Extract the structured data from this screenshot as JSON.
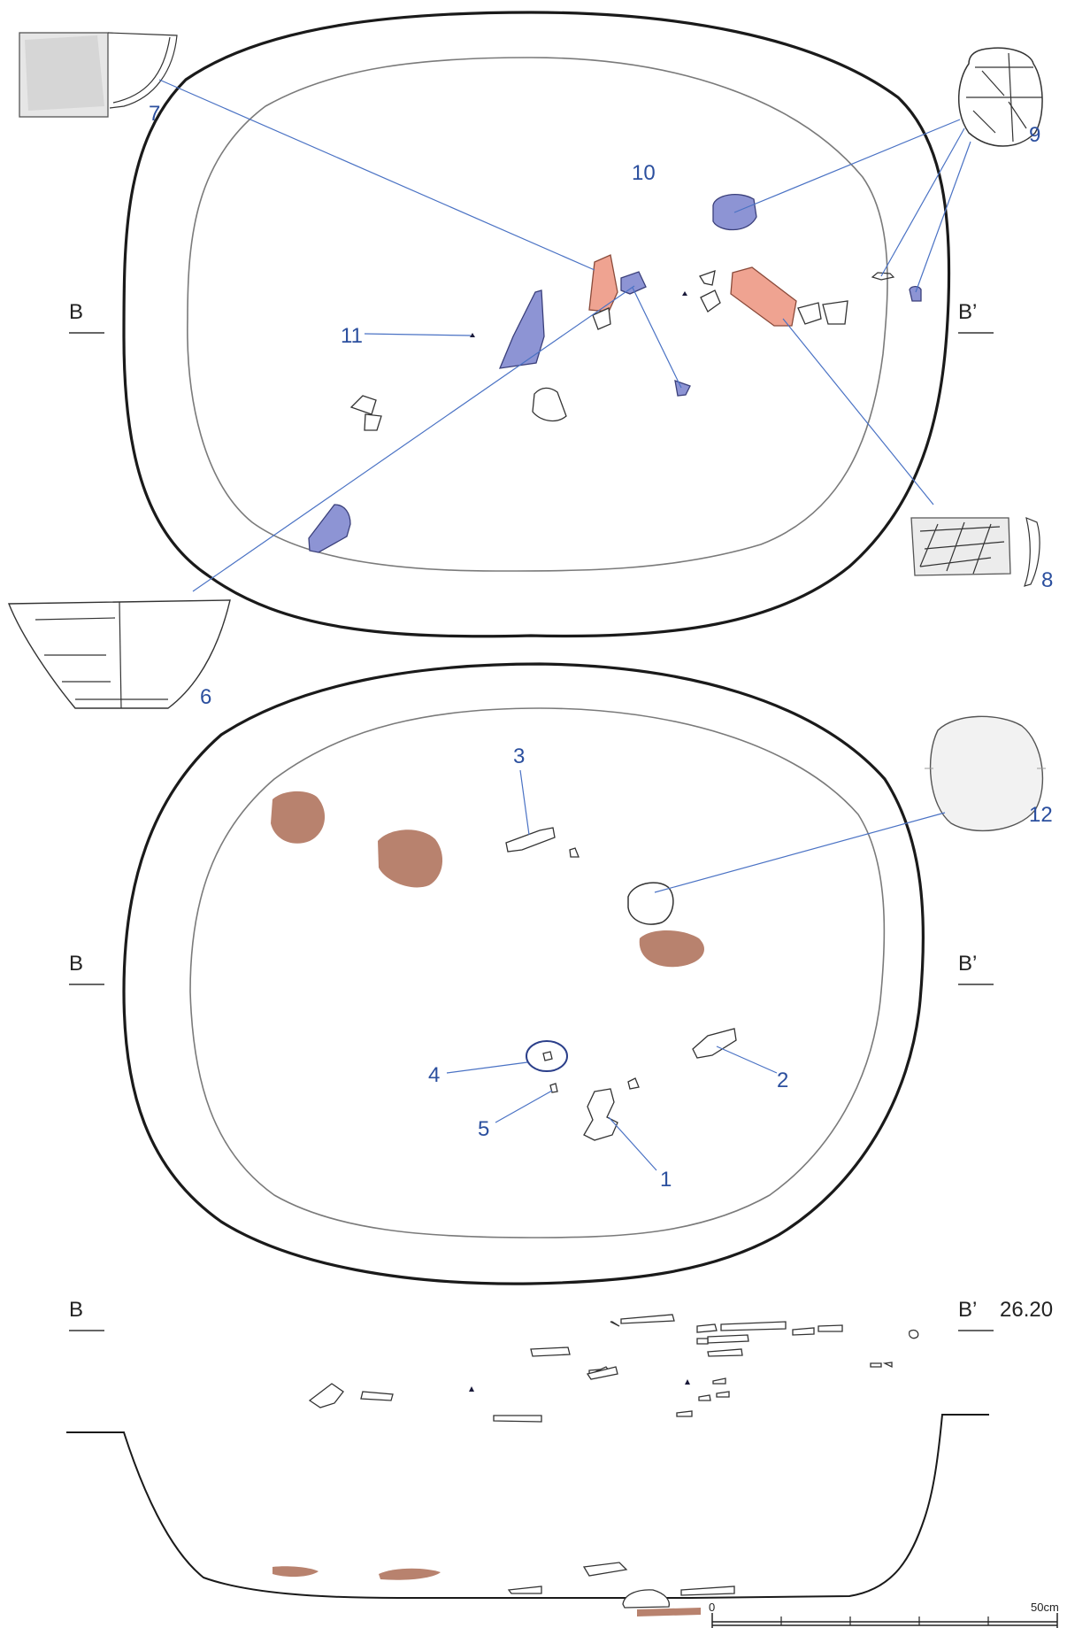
{
  "upper_plan": {
    "section_left": "B",
    "section_right": "B’",
    "labels": {
      "l7": "7",
      "l9": "9",
      "l10": "10",
      "l11": "11",
      "l8": "8",
      "l6": "6"
    }
  },
  "lower_plan": {
    "section_left": "B",
    "section_right": "B’",
    "labels": {
      "l3": "3",
      "l12": "12",
      "l4": "4",
      "l2": "2",
      "l5": "5",
      "l1": "1"
    }
  },
  "section_profile": {
    "left": "B",
    "right": "B’",
    "elevation": "26.20"
  },
  "scale_bar": {
    "start": "0",
    "end": "50cm"
  },
  "colors": {
    "blue_sherd": "#8d94d4",
    "pink_sherd": "#efa391",
    "brown_patch": "#b8826e",
    "label_blue": "#2b4f9e",
    "leader_line": "#4a72c4"
  }
}
